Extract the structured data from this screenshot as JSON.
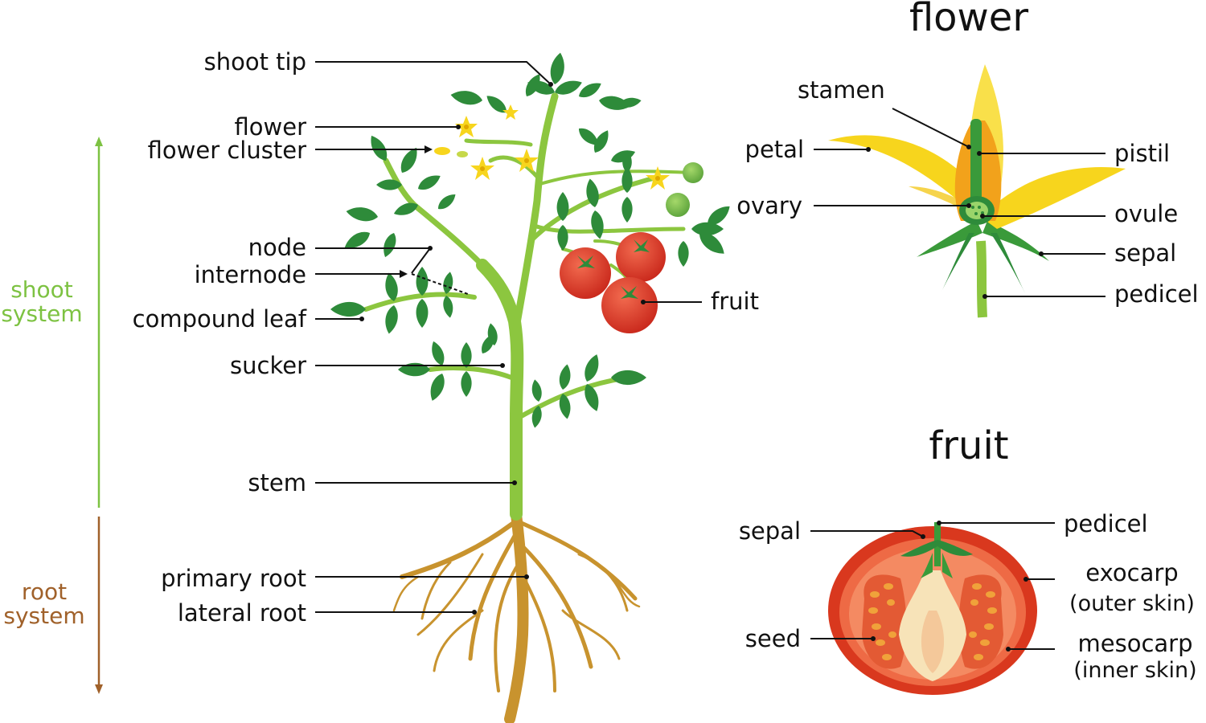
{
  "plant": {
    "labels": {
      "shoot_tip": "shoot tip",
      "flower": "flower",
      "flower_cluster": "flower cluster",
      "node": "node",
      "internode": "internode",
      "compound_leaf": "compound leaf",
      "sucker": "sucker",
      "stem": "stem",
      "primary_root": "primary root",
      "lateral_root": "lateral root",
      "fruit": "fruit"
    },
    "systems": {
      "shoot_line1": "shoot",
      "shoot_line2": "system",
      "root_line1": "root",
      "root_line2": "system"
    }
  },
  "flower_section": {
    "title": "flower",
    "labels": {
      "stamen": "stamen",
      "petal": "petal",
      "ovary": "ovary",
      "pistil": "pistil",
      "ovule": "ovule",
      "sepal": "sepal",
      "pedicel": "pedicel"
    }
  },
  "fruit_section": {
    "title": "fruit",
    "labels": {
      "sepal": "sepal",
      "pedicel": "pedicel",
      "exocarp": "exocarp",
      "exocarp_note": "(outer skin)",
      "seed": "seed",
      "mesocarp": "mesocarp",
      "mesocarp_note": "(inner skin)"
    }
  },
  "colors": {
    "shoot_system": "#7dc242",
    "root_system": "#a0612a",
    "leaf": "#2e8b3a",
    "stem": "#8cc63f",
    "fruit": "#e23b2a",
    "flower": "#f7d51d",
    "root": "#c8932e"
  }
}
